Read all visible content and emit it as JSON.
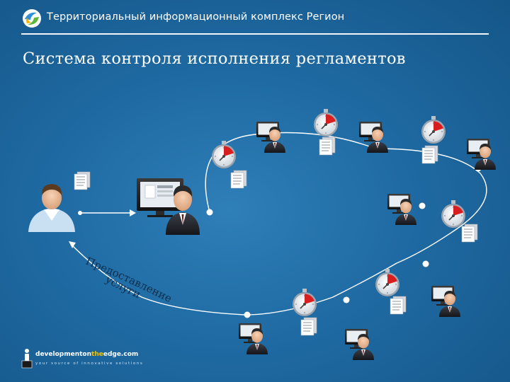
{
  "header": {
    "title": "Территориальный информационный комплекс Регион",
    "logo_icon": "globe-swirl-logo"
  },
  "slide": {
    "title": "Система контроля исполнения регламентов"
  },
  "diagram": {
    "arc_label_line1": "Предоставление",
    "arc_label_line2": "услуги",
    "nodes": [
      {
        "type": "citizen",
        "icon": "user-avatar-icon"
      },
      {
        "type": "operator",
        "icon": "operator-at-computer-icon"
      },
      {
        "type": "workstation",
        "icon": "employee-workstation-icon"
      },
      {
        "type": "deadline-timer",
        "icon": "stopwatch-icon"
      },
      {
        "type": "document",
        "icon": "document-stack-icon"
      }
    ]
  },
  "footer": {
    "brand_part1": "developmenton",
    "brand_part2": "the",
    "brand_part3": "edge.com",
    "tagline": "your source of innovative solutions"
  }
}
